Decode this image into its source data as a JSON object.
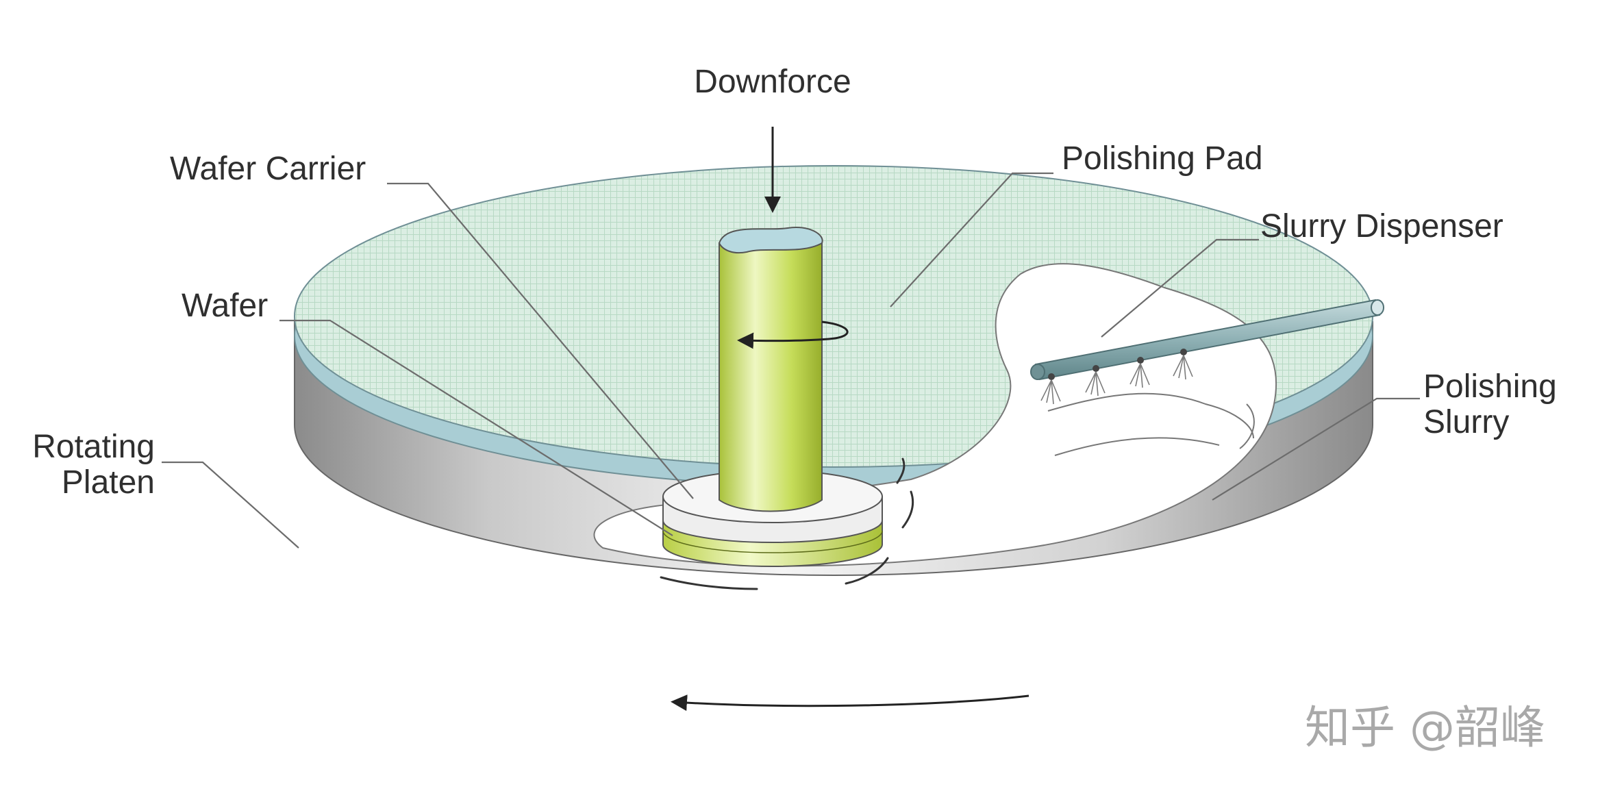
{
  "labels": {
    "downforce": "Downforce",
    "wafer_carrier": "Wafer Carrier",
    "polishing_pad": "Polishing Pad",
    "slurry_dispenser": "Slurry Dispenser",
    "wafer": "Wafer",
    "polishing_slurry_line1": "Polishing",
    "polishing_slurry_line2": "Slurry",
    "rotating_platen_line1": "Rotating",
    "rotating_platen_line2": "Platen"
  },
  "watermark": "知乎 @韶峰",
  "colors": {
    "pad": "#dbeee3",
    "pad_grid": "#b7d9c4",
    "platen_light": "#f0f0f0",
    "platen_dark": "#8e8e8e",
    "carrier_green": "#c6dd5a",
    "dispenser": "#8fb1b5",
    "slurry": "#ffffff"
  },
  "icons": [
    "downforce-arrow-icon",
    "rotation-arrow-icon",
    "platen-rotation-arrow-icon",
    "spray-nozzle-icon"
  ]
}
